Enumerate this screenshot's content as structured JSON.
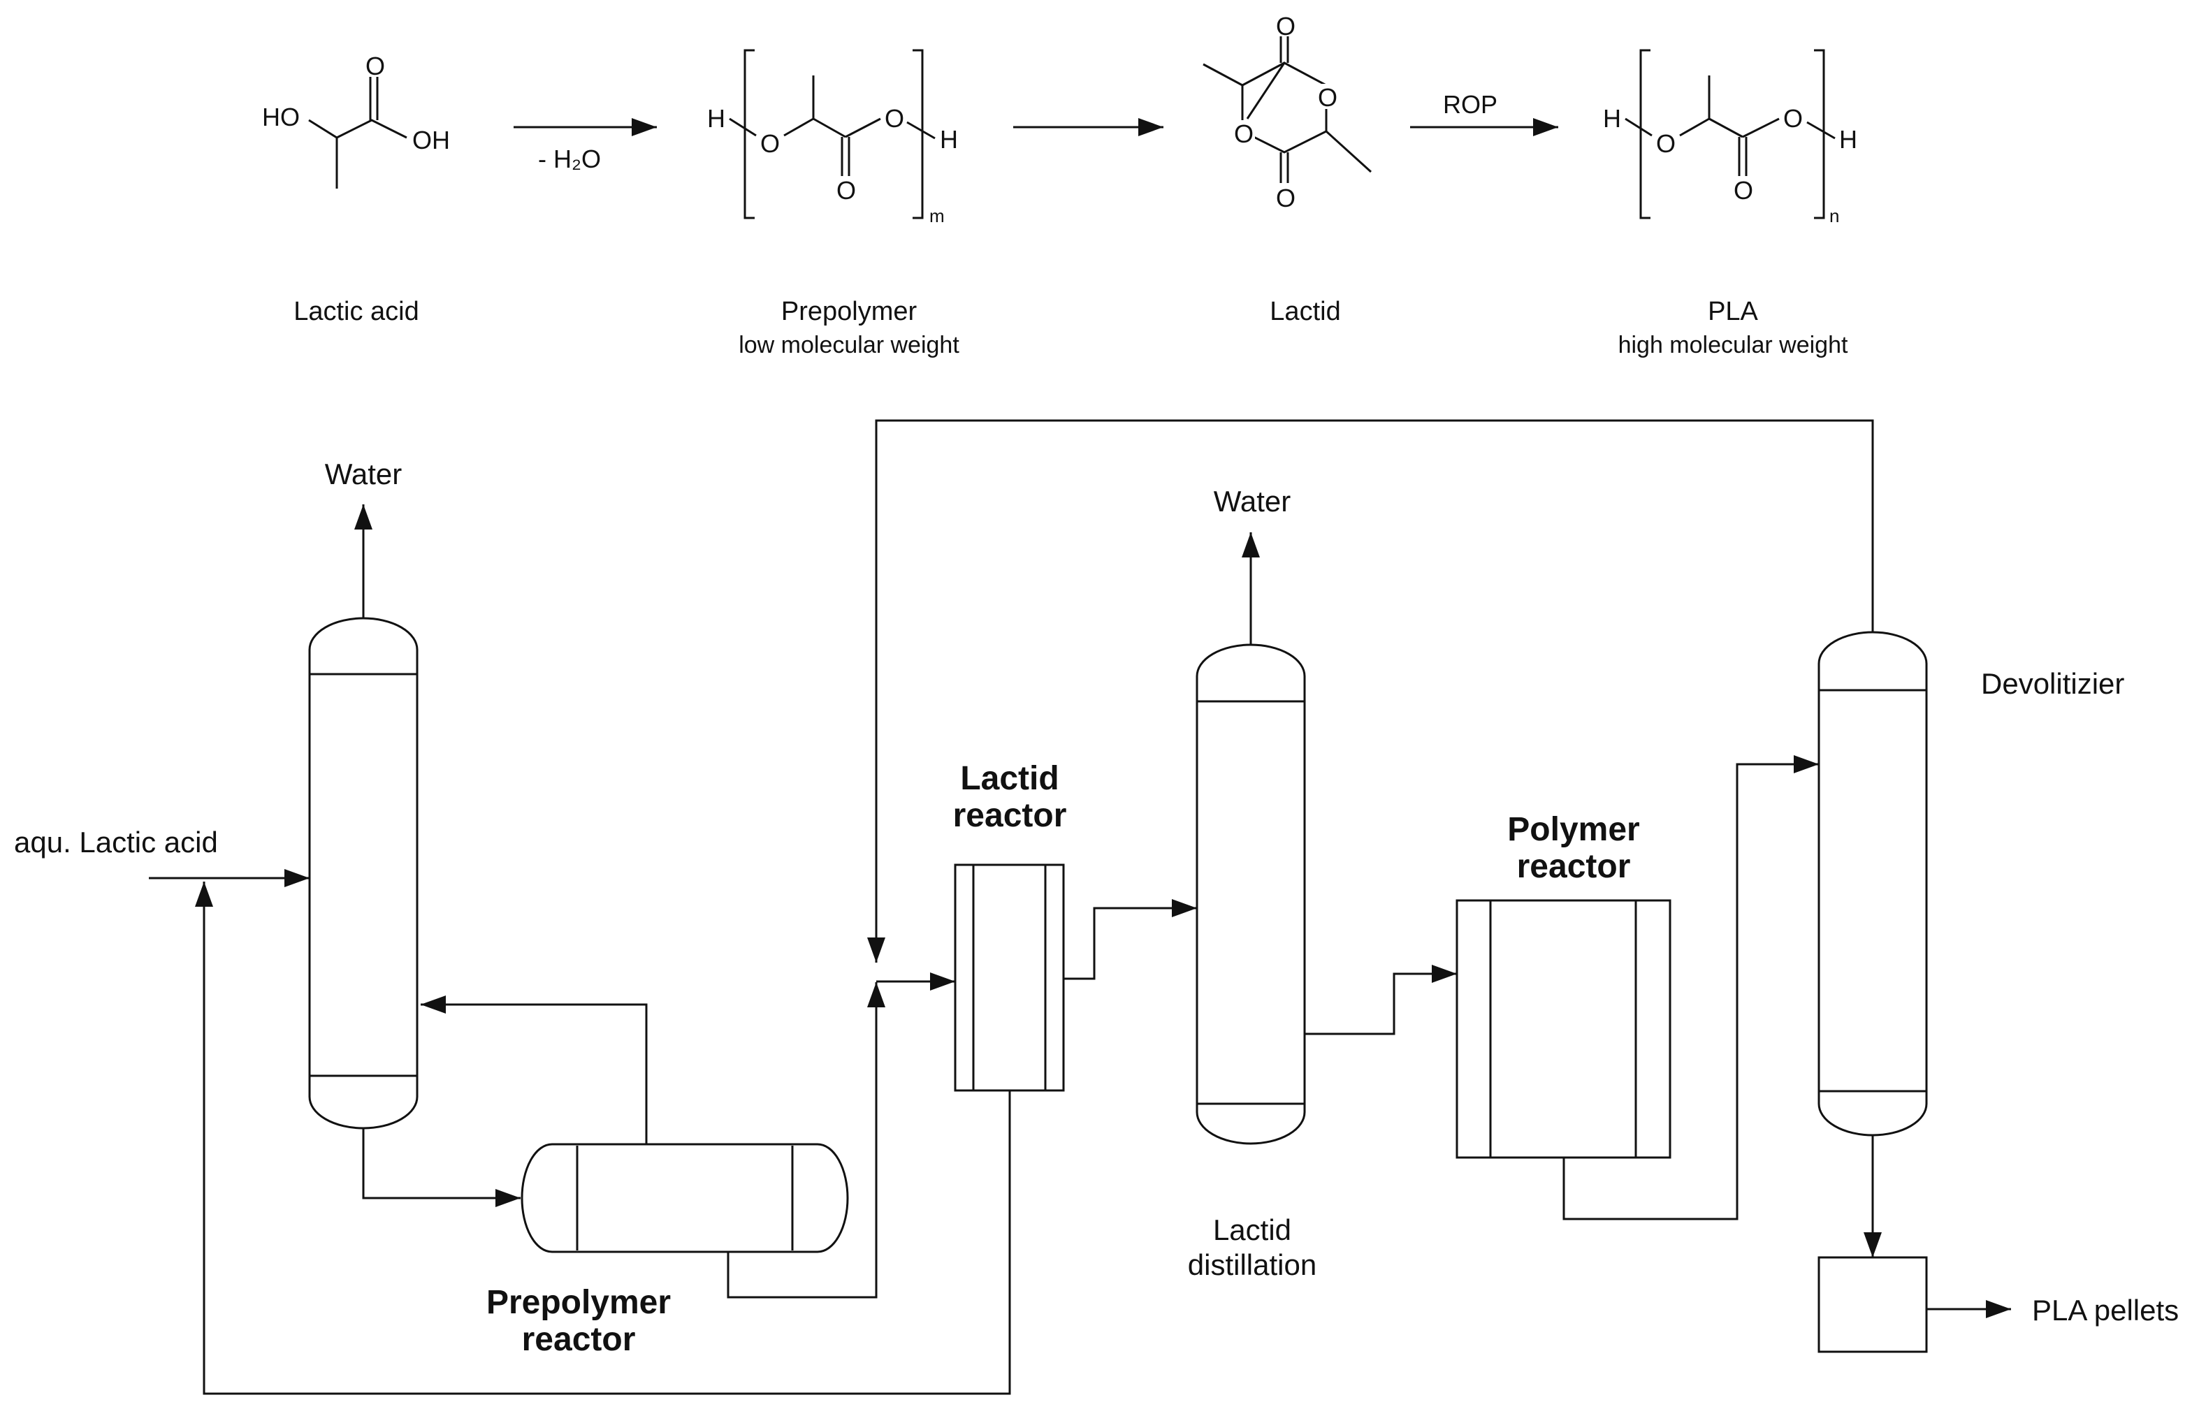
{
  "reaction": {
    "step1_label": "- H₂O",
    "step3_label": "ROP",
    "compounds": [
      {
        "name": "Lactic acid",
        "subtitle": ""
      },
      {
        "name": "Prepolymer",
        "subtitle": "low molecular weight"
      },
      {
        "name": "Lactid",
        "subtitle": ""
      },
      {
        "name": "PLA",
        "subtitle": "high molecular weight"
      }
    ],
    "atoms": {
      "ho": "HO",
      "oh": "OH",
      "o": "O",
      "h": "H",
      "m": "m",
      "n": "n"
    }
  },
  "process": {
    "feed_label": "aqu. Lactic acid",
    "water_label_1": "Water",
    "water_label_2": "Water",
    "lactid_reactor": [
      "Lactid",
      "reactor"
    ],
    "polymer_reactor": [
      "Polymer",
      "reactor"
    ],
    "prepolymer_reactor": [
      "Prepolymer",
      "reactor"
    ],
    "lactid_distillation": [
      "Lactid",
      "distillation"
    ],
    "devolitizer_label": "Devolitizier",
    "product_label": "PLA pellets"
  }
}
